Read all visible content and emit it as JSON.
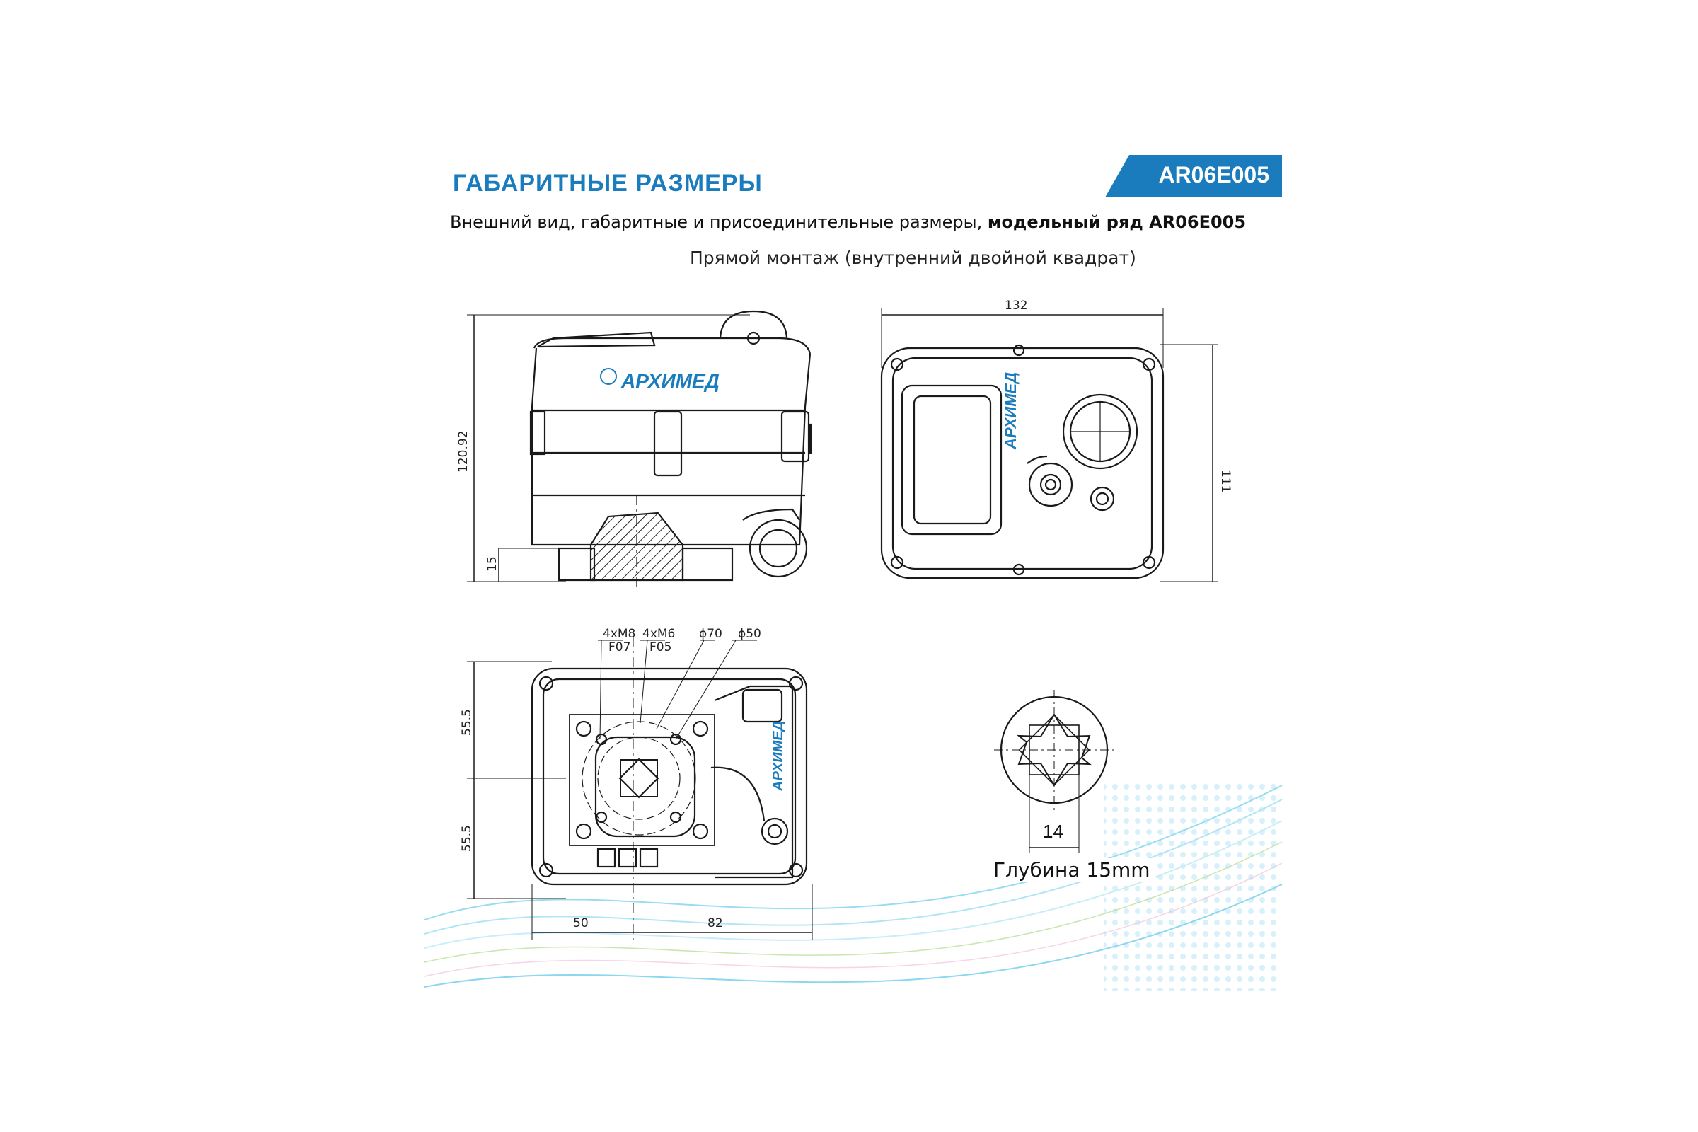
{
  "header": {
    "title": "ГАБАРИТНЫЕ РАЗМЕРЫ",
    "model_badge": "AR06E005",
    "subtitle_plain": "Внешний вид, габаритные и присоединительные размеры, ",
    "subtitle_bold": "модельный ряд AR06E005",
    "mount_note": "Прямой монтаж (внутренний двойной квадрат)"
  },
  "brand": {
    "logo_text": "АРХИМЕД"
  },
  "dimensions": {
    "side_height": "120.92",
    "side_base": "15",
    "front_width": "132",
    "front_height": "111",
    "bottom_upper": "55.5",
    "bottom_lower": "55.5",
    "bottom_left": "50",
    "bottom_right": "82",
    "bolt_f07": {
      "thread": "4xM8",
      "flange": "F07"
    },
    "bolt_f05": {
      "thread": "4xM6",
      "flange": "F05"
    },
    "pcd_70": "ϕ70",
    "pcd_50": "ϕ50",
    "square_size": "14",
    "square_depth": "Глубина 15mm"
  },
  "colors": {
    "title_blue": "#1a7cbd",
    "badge_blue": "#1a7cbd",
    "line": "#1a1a1a",
    "wave_cyan": "#7fd3ee"
  }
}
